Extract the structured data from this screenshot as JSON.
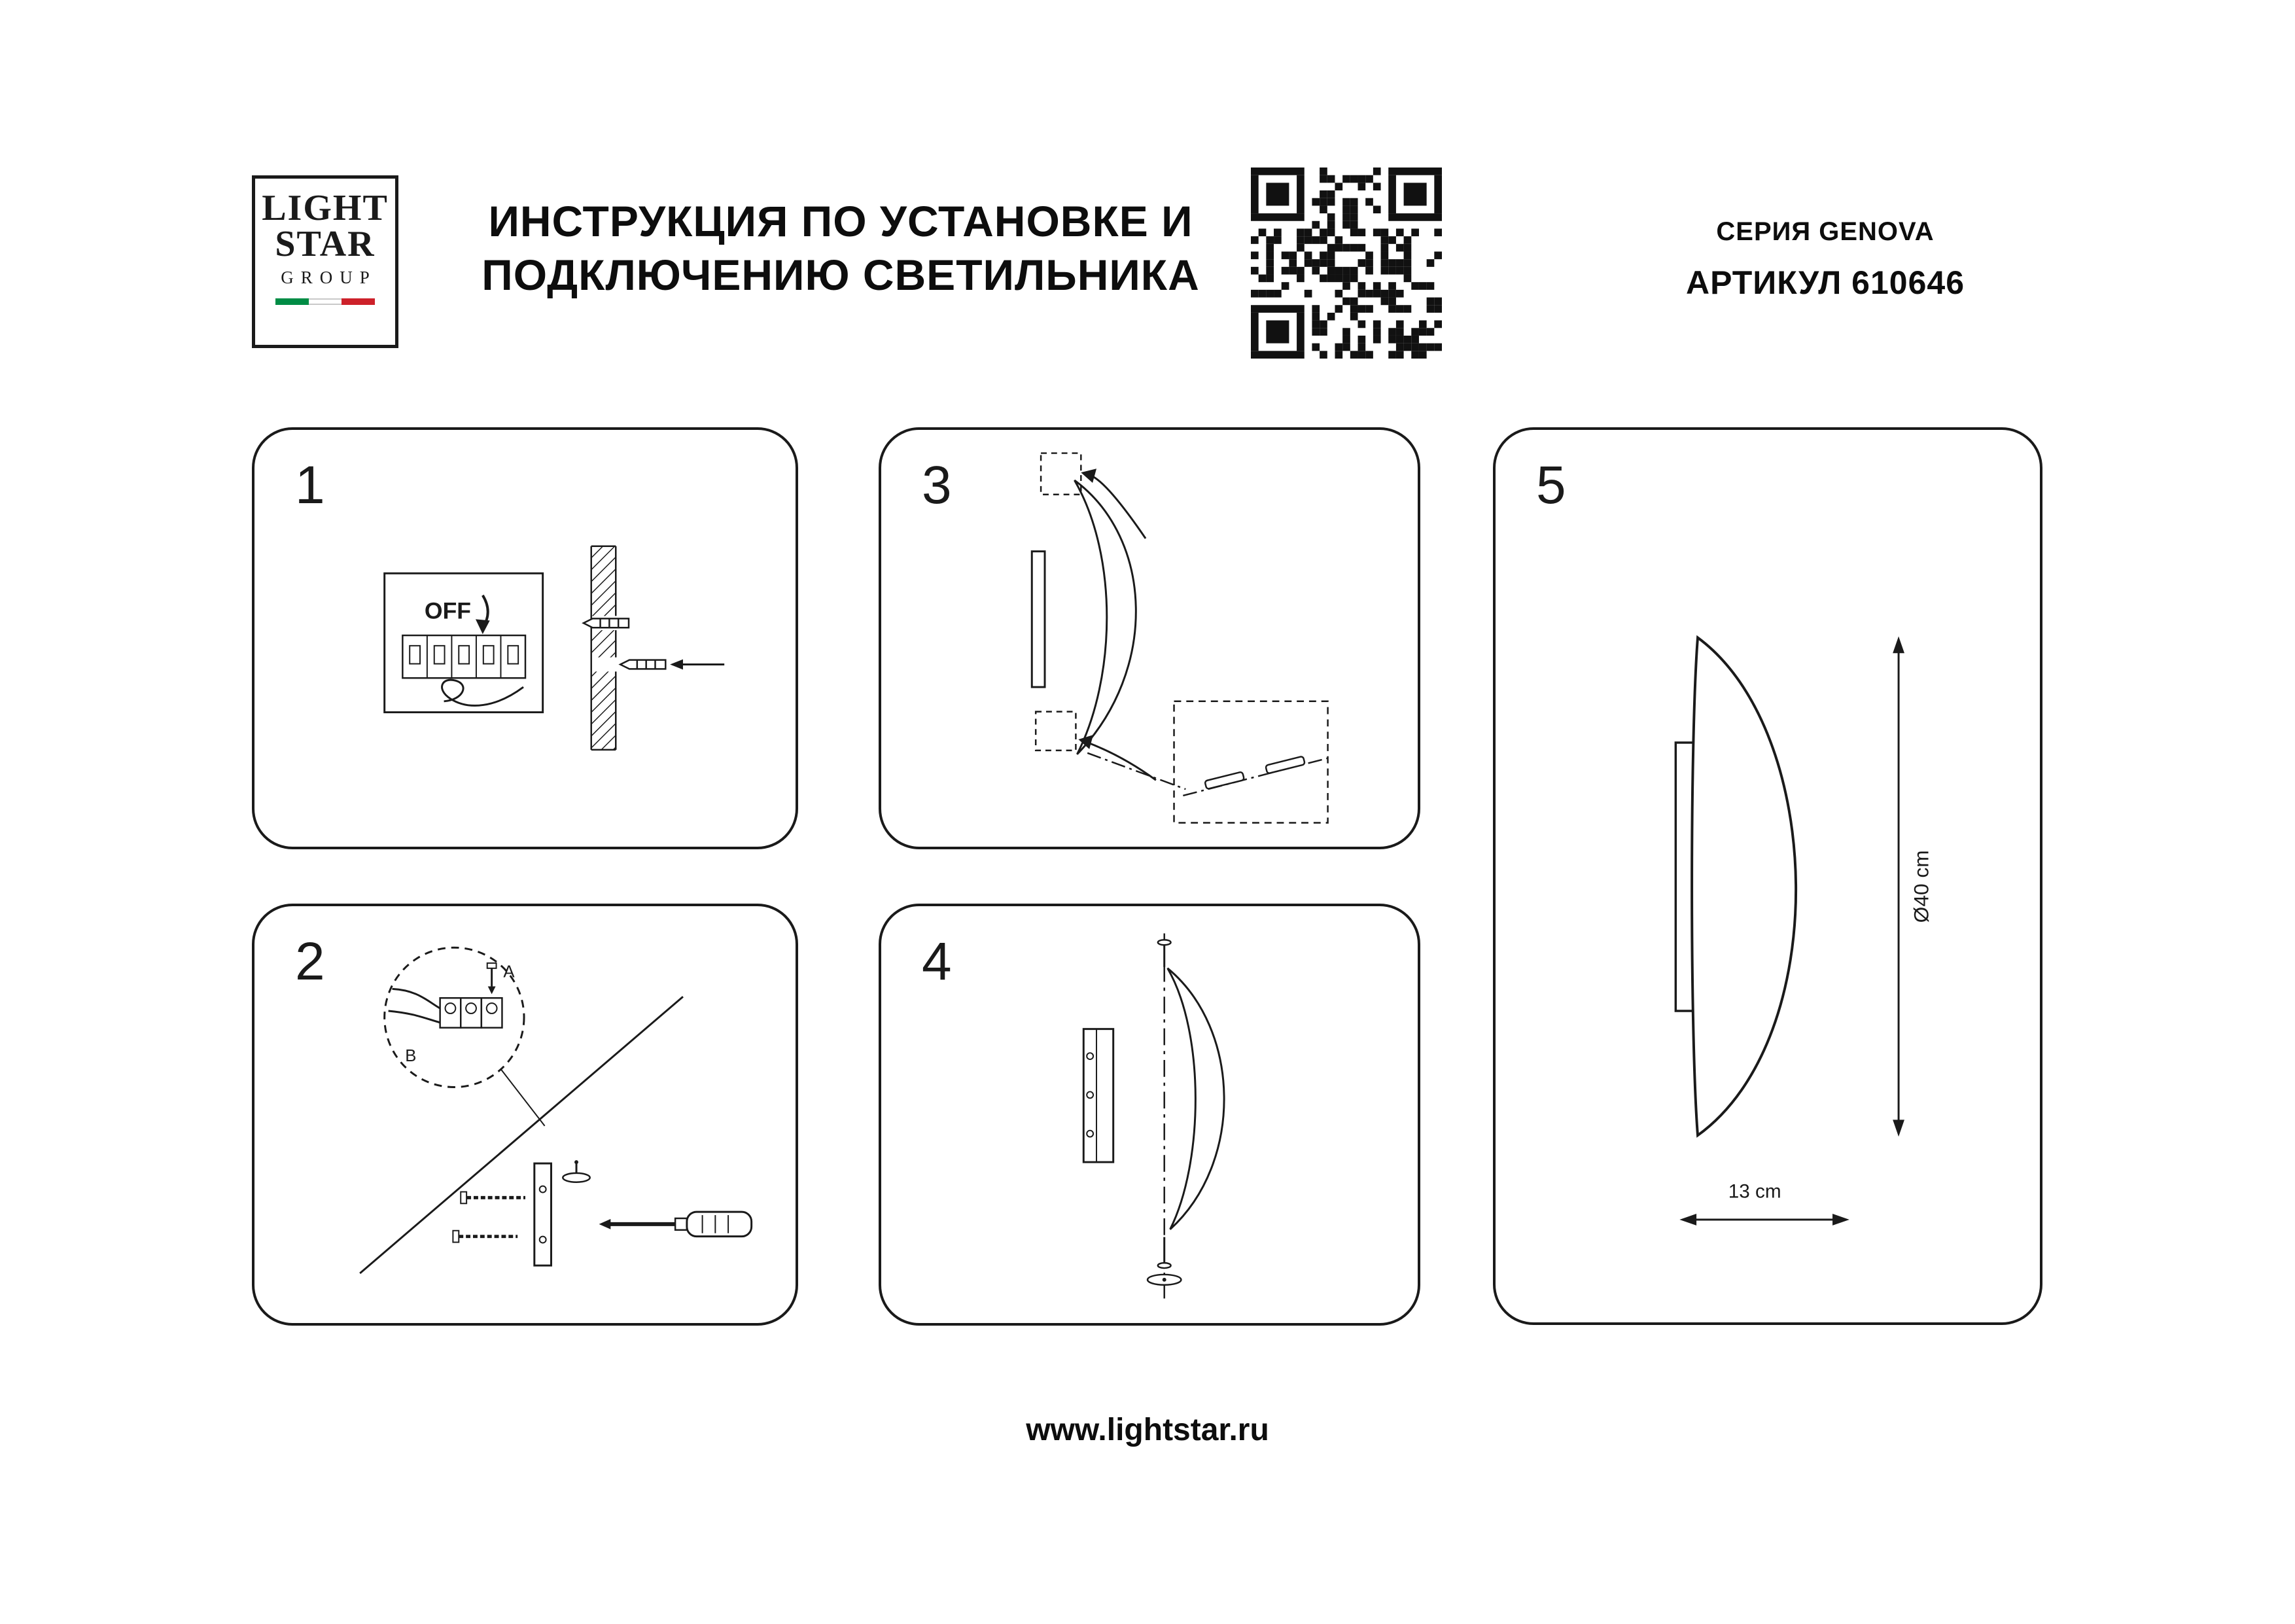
{
  "header": {
    "logo": {
      "line1": "LIGHT",
      "line2": "STAR",
      "line3": "GROUP"
    },
    "title_line1": "ИНСТРУКЦИЯ ПО УСТАНОВКЕ И",
    "title_line2": "ПОДКЛЮЧЕНИЮ СВЕТИЛЬНИКА",
    "series": "СЕРИЯ GENOVA",
    "article": "АРТИКУЛ 610646"
  },
  "steps": [
    {
      "number": "1",
      "labels": {
        "off": "OFF"
      }
    },
    {
      "number": "2",
      "labels": {
        "a": "A",
        "b": "B"
      }
    },
    {
      "number": "3",
      "labels": {}
    },
    {
      "number": "4",
      "labels": {}
    },
    {
      "number": "5",
      "labels": {
        "diameter": "Ø40 cm",
        "depth": "13 cm"
      }
    }
  ],
  "footer": {
    "website": "www.lightstar.ru"
  },
  "colors": {
    "ink": "#1a1a1a",
    "flag_green": "#008c45",
    "flag_red": "#cd212a"
  }
}
